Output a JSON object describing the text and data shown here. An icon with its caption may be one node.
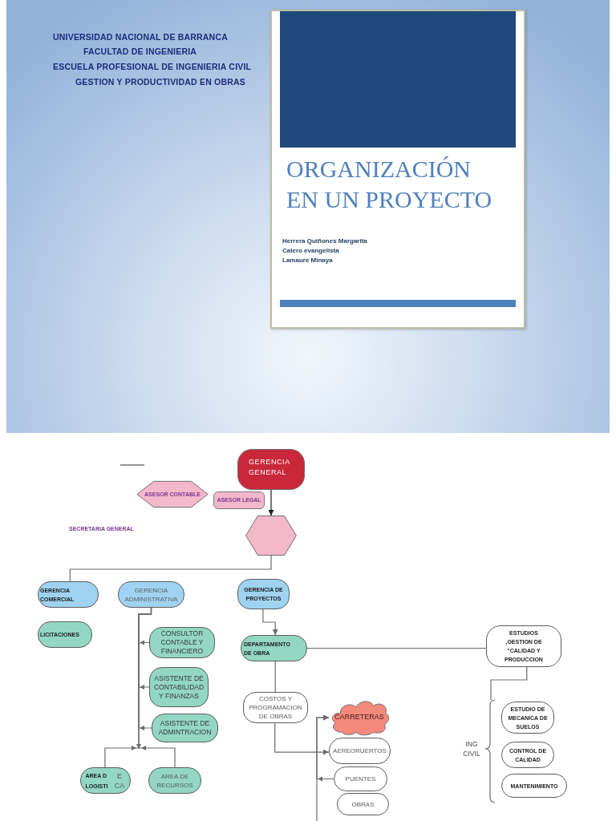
{
  "diagram": {
    "title": "ORGANIZACIÓN EN UN PROYECTO",
    "nodes": [
      {
        "text": [
          "GERENCIA GENERAL"
        ]
      },
      {
        "text": [
          "ASESOR CONTABLE"
        ]
      },
      {
        "text": [
          "ASESOR LEGAL"
        ]
      },
      {
        "text": [],
        "shape": "hexagon"
      },
      {
        "text": [
          "GERENCIA COMERCIAL"
        ]
      },
      {
        "text": [
          "GERENCIA ADMINISTRATIVA"
        ]
      },
      {
        "text": [
          "GERENCIA DE PROYECTOS"
        ]
      },
      {
        "text": [
          "LICITACIONES"
        ]
      },
      {
        "text": [
          "CONSULTOR CONTABLE Y FINANCIERO"
        ]
      },
      {
        "text": [
          "ASISTENTE DE CONTABILIDAD Y FINANZAS"
        ]
      },
      {
        "text": [
          "ASISTENTE DE ADMINTRACION"
        ]
      },
      {
        "text": [
          "AREA D LOGISTI",
          "E CA"
        ]
      },
      {
        "text": [
          "AREA DE RECURSOS"
        ]
      },
      {
        "text": [
          "DEPARTAMENTO DE OBRA"
        ]
      },
      {
        "text": [
          "COSTOS Y PROGRAMACION DE OBRAS"
        ]
      },
      {
        "text": [
          "CARRETERAS"
        ]
      },
      {
        "text": [
          "AEREORUERTOS"
        ]
      },
      {
        "text": [
          "PUENTES"
        ]
      },
      {
        "text": [
          "OBRAS"
        ]
      },
      {
        "text": [
          "ESTUDIOS ,GESTION DE \"CALIDAD Y PRODUCCION"
        ]
      },
      {
        "text": [
          "ESTUDIO DE MECANICA DE SUELOS"
        ]
      },
      {
        "text": [
          "CONTROL DE CALIDAD"
        ]
      },
      {
        "text": [
          "MANTENIMIENTO"
        ]
      }
    ],
    "edges": [
      {
        "from": 0,
        "to": 3,
        "arrow": "to",
        "color": "#1a1a1a"
      },
      {
        "from": 3,
        "to": 4,
        "arrow": "none"
      },
      {
        "from": 8,
        "to": 5,
        "arrow": "to"
      },
      {
        "from": 9,
        "to": 5,
        "arrow": "to"
      },
      {
        "from": 10,
        "to": 5,
        "arrow": "to"
      },
      {
        "from": 11,
        "to": 5,
        "arrow": "to"
      },
      {
        "from": 12,
        "to": 5,
        "arrow": "to"
      },
      {
        "from": 6,
        "to": 13,
        "arrow": "to"
      },
      {
        "from": 13,
        "to": 19,
        "arrow": "none"
      },
      {
        "from": 13,
        "to": 14,
        "arrow": "none"
      },
      {
        "from": 14,
        "to": 16,
        "arrow": "to"
      },
      {
        "from": 17,
        "to": 15,
        "arrow": "to"
      },
      {
        "from": null,
        "to": 15,
        "arrow": "to"
      },
      {
        "from": 19,
        "to": null,
        "arrow": "none"
      }
    ],
    "labels": [
      "UNIVERSIDAD NACIONAL DE BARRANCA",
      "FACULTAD DE INGENIERIA",
      "ESCUELA PROFESIONAL DE INGENIERIA CIVIL",
      "GESTION Y PRODUCTIVIDAD EN OBRAS",
      "Herrera Quiñones Margarita",
      "Calero evangelista",
      "Lamaure Minaya",
      "SECRETARIA GENERAL",
      "ING CIVIL"
    ]
  }
}
